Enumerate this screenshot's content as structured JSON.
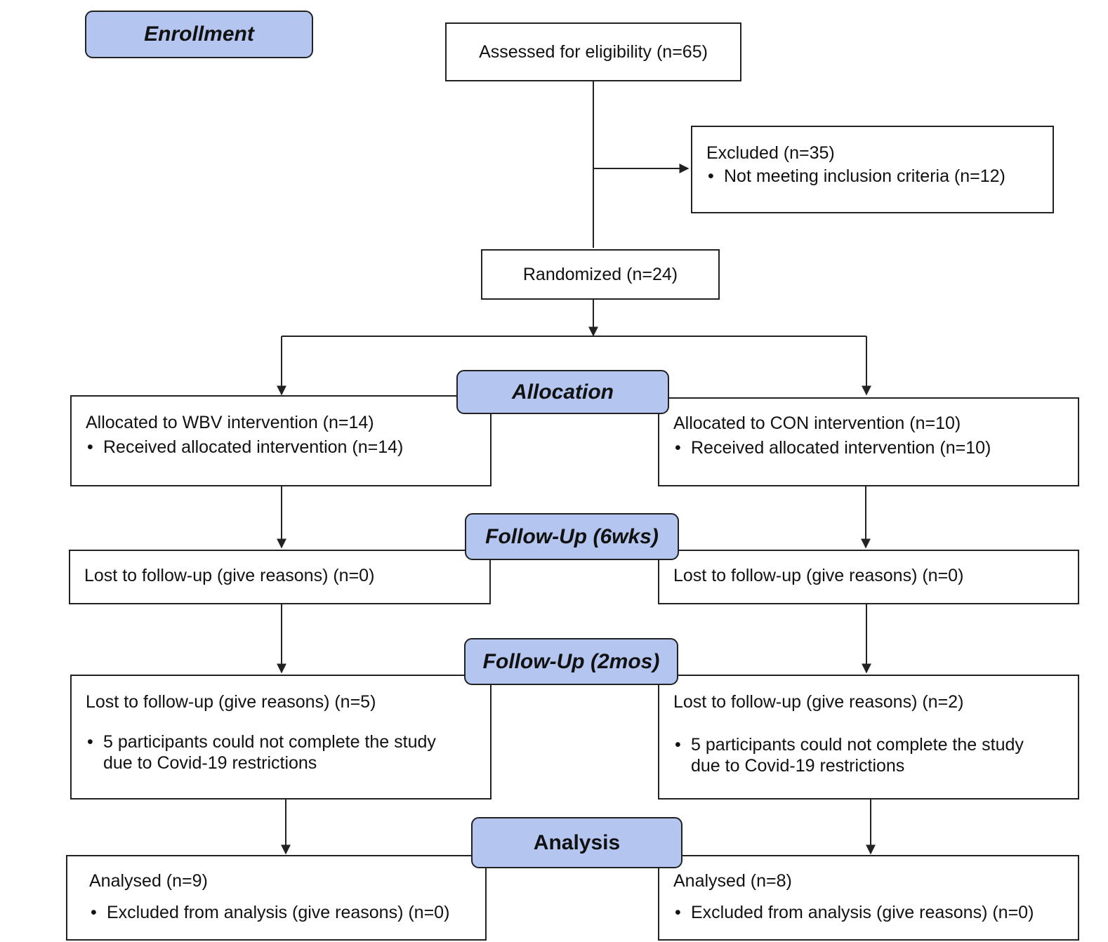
{
  "stages": {
    "enrollment": "Enrollment",
    "allocation": "Allocation",
    "followup_6wks": "Follow-Up (6wks)",
    "followup_2mos": "Follow-Up (2mos)",
    "analysis": "Analysis"
  },
  "enrollment": {
    "assessed": "Assessed for eligibility (n=65)",
    "excluded": {
      "title": "Excluded (n=35)",
      "reasons": [
        "Not meeting inclusion criteria (n=12)"
      ]
    },
    "randomized": "Randomized (n=24)"
  },
  "arms": [
    {
      "allocated": "Allocated to WBV intervention (n=14)",
      "allocated_detail": "Received allocated intervention (n=14)",
      "followup_6wks": "Lost to follow-up (give reasons) (n=0)",
      "followup_2mos": "Lost to follow-up (give reasons) (n=5)",
      "followup_2mos_detail_line1": "5 participants could not complete the study",
      "followup_2mos_detail_line2": "due to Covid-19 restrictions",
      "analysed": "Analysed (n=9)",
      "analysed_detail": "Excluded from analysis (give reasons) (n=0)"
    },
    {
      "allocated": "Allocated to CON intervention (n=10)",
      "allocated_detail": "Received allocated intervention (n=10)",
      "followup_6wks": "Lost to follow-up (give reasons) (n=0)",
      "followup_2mos": "Lost to follow-up (give reasons) (n=2)",
      "followup_2mos_detail_line1": "5 participants could not complete the study",
      "followup_2mos_detail_line2": "due to Covid-19 restrictions",
      "analysed": "Analysed (n=8)",
      "analysed_detail": "Excluded from analysis (give reasons) (n=0)"
    }
  ],
  "colors": {
    "stage_fill": "#b4c6ef",
    "line": "#222222"
  }
}
